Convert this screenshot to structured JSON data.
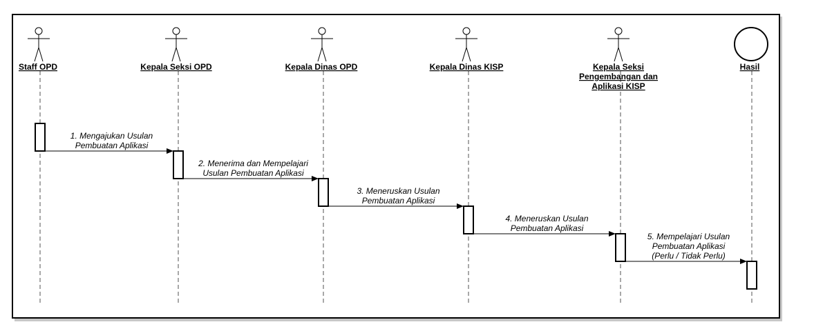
{
  "actors": [
    {
      "id": "staff-opd",
      "kind": "stick",
      "name_lines": [
        "Staff OPD"
      ]
    },
    {
      "id": "kepala-seksi-opd",
      "kind": "stick",
      "name_lines": [
        "Kepala Seksi OPD"
      ]
    },
    {
      "id": "kepala-dinas-opd",
      "kind": "stick",
      "name_lines": [
        "Kepala Dinas OPD"
      ]
    },
    {
      "id": "kepala-dinas-kisp",
      "kind": "stick",
      "name_lines": [
        "Kepala Dinas KISP"
      ]
    },
    {
      "id": "kepala-seksi-pengembangan",
      "kind": "stick",
      "name_lines": [
        "Kepala Seksi ",
        "Pengembangan dan ",
        "Aplikasi KISP"
      ]
    },
    {
      "id": "hasil",
      "kind": "circle",
      "name_lines": [
        "Hasil"
      ]
    }
  ],
  "messages": [
    {
      "from": 0,
      "to": 1,
      "lines": [
        "1. Mengajukan Usulan",
        "Pembuatan Aplikasi"
      ]
    },
    {
      "from": 1,
      "to": 2,
      "lines": [
        "2. Menerima dan Mempelajari",
        "Usulan Pembuatan Aplikasi"
      ]
    },
    {
      "from": 2,
      "to": 3,
      "lines": [
        "3. Meneruskan Usulan",
        "Pembuatan Aplikasi"
      ]
    },
    {
      "from": 3,
      "to": 4,
      "lines": [
        "4. Meneruskan Usulan",
        "Pembuatan Aplikasi"
      ]
    },
    {
      "from": 4,
      "to": 5,
      "lines": [
        "5. Mempelajari Usulan",
        "Pembuatan Aplikasi",
        "(Perlu / Tidak Perlu)"
      ]
    }
  ]
}
